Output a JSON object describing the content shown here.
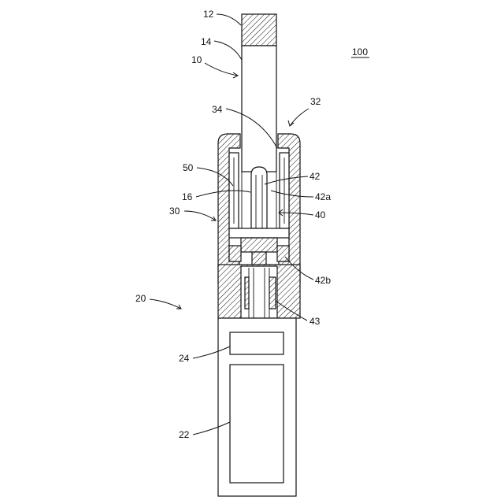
{
  "figure": {
    "figure_number": "100",
    "labels": {
      "l12": "12",
      "l14": "14",
      "l10": "10",
      "l34": "34",
      "l32": "32",
      "l50": "50",
      "l42": "42",
      "l16": "16",
      "l42a": "42a",
      "l30": "30",
      "l40": "40",
      "l42b": "42b",
      "l20": "20",
      "l43": "43",
      "l24": "24",
      "l22": "22"
    }
  }
}
